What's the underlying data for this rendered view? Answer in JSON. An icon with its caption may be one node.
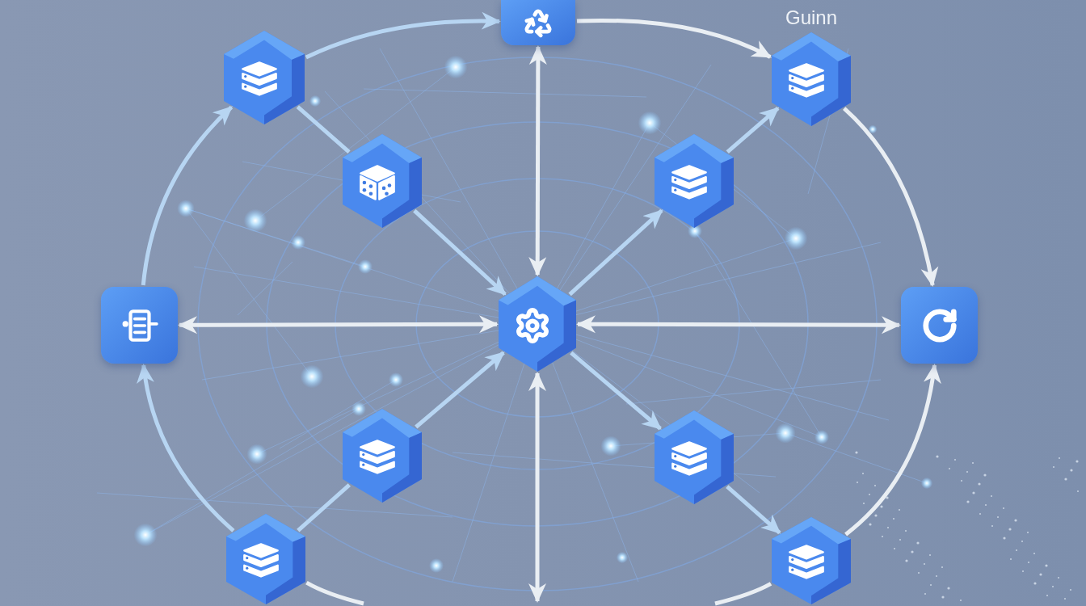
{
  "diagram": {
    "nodes": [
      {
        "text": [],
        "shape": "box"
      },
      {
        "text": [],
        "shape": "hexagon"
      },
      {
        "text": [],
        "shape": "hexagon"
      },
      {
        "text": [],
        "shape": "hexagon",
        "beside": [
          "Guinn"
        ]
      },
      {
        "text": [],
        "shape": "hexagon"
      },
      {
        "text": [],
        "shape": "box"
      },
      {
        "text": [],
        "shape": "hexagon"
      },
      {
        "text": [],
        "shape": "box"
      },
      {
        "text": [],
        "shape": "hexagon"
      },
      {
        "text": [],
        "shape": "hexagon"
      },
      {
        "text": [],
        "shape": "hexagon"
      },
      {
        "text": [],
        "shape": "hexagon"
      }
    ],
    "edges": [
      {
        "from": 1,
        "to": 0,
        "arrow": "to"
      },
      {
        "from": 0,
        "to": 3,
        "arrow": "to",
        "color": "#e9eef3"
      },
      {
        "from": 3,
        "to": 7,
        "arrow": "to",
        "color": "#e9eef3"
      },
      {
        "from": 11,
        "to": 7,
        "arrow": "to",
        "color": "#e9eef3"
      },
      {
        "from": 5,
        "to": 1,
        "arrow": "to"
      },
      {
        "from": 10,
        "to": 5,
        "arrow": "to"
      },
      {
        "from": 10,
        "to": null,
        "arrow": "none",
        "color": "#e9eef3"
      },
      {
        "from": 11,
        "to": null,
        "arrow": "none",
        "color": "#e9eef3"
      },
      {
        "from": 1,
        "to": 2,
        "arrow": "none"
      },
      {
        "from": 2,
        "to": 6,
        "arrow": "to"
      },
      {
        "from": 0,
        "to": 6,
        "arrow": "both",
        "color": "#e9eef3"
      },
      {
        "from": 5,
        "to": 6,
        "arrow": "both",
        "color": "#e9eef3"
      },
      {
        "from": 6,
        "to": 7,
        "arrow": "both",
        "color": "#e9eef3"
      },
      {
        "from": 6,
        "to": 4,
        "arrow": "to"
      },
      {
        "from": 4,
        "to": 3,
        "arrow": "to"
      },
      {
        "from": 6,
        "to": 9,
        "arrow": "to"
      },
      {
        "from": 9,
        "to": 11,
        "arrow": "to"
      },
      {
        "from": 8,
        "to": 6,
        "arrow": "to"
      },
      {
        "from": 10,
        "to": 8,
        "arrow": "none"
      },
      {
        "from": 6,
        "to": null,
        "arrow": "both",
        "color": "#e9eef3"
      }
    ]
  }
}
